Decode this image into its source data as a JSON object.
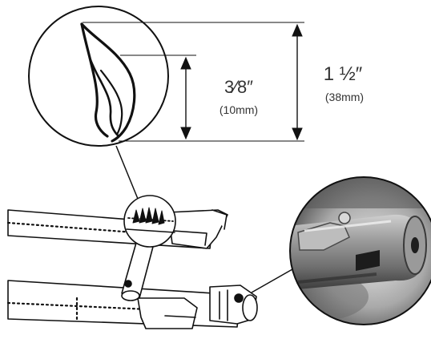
{
  "dimensions": {
    "inner": {
      "fraction": "3⁄8″",
      "metric": "(10mm)"
    },
    "outer": {
      "whole": "1 ½″",
      "metric": "(38mm)"
    }
  },
  "colors": {
    "line": "#111111",
    "text": "#333333",
    "photo_dark": "#3a3a3a",
    "photo_mid": "#8a8a8a",
    "photo_light": "#d6d6d6"
  },
  "icons": {
    "flame": "flame-icon"
  }
}
